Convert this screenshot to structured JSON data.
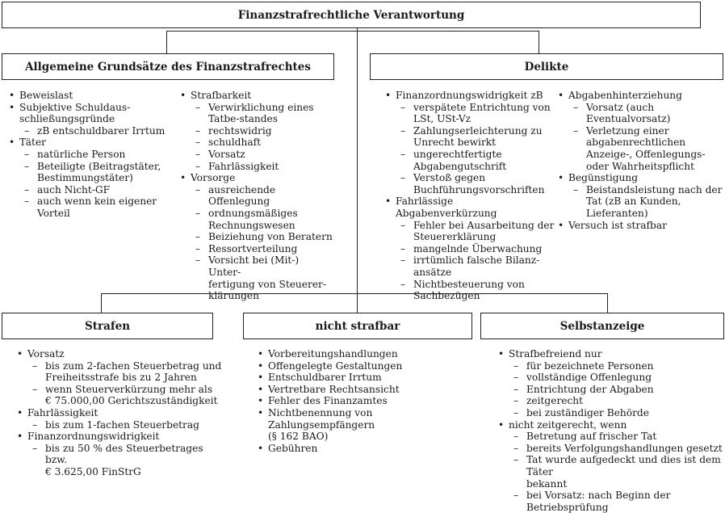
{
  "title": "Finanzstrafrechtliche Verantwortung",
  "left_box": "Allgemeine Grundsätze des Finanzstrafrechtes",
  "right_box": "Delikte",
  "bottom_boxes": [
    "Strafen",
    "nicht strafbar",
    "Selbstanzeige"
  ],
  "grund_col1": [
    {
      "t": "Beweislast",
      "sub": []
    },
    {
      "t": "Subjektive Schuldaus-\nschließungsgründe",
      "sub": [
        "zB entschuldbarer Irrtum"
      ]
    },
    {
      "t": "Täter",
      "sub": [
        "natürliche Person",
        "Beteiligte (Beitragstäter,\nBestimmungstäter)",
        "auch Nicht-GF",
        "auch wenn kein eigener Vorteil"
      ]
    }
  ],
  "grund_col2": [
    {
      "t": "Strafbarkeit",
      "sub": [
        "Verwirklichung eines\nTatbe-standes",
        "rechtswidrig",
        "schuldhaft",
        "Vorsatz",
        "Fahrlässigkeit"
      ]
    },
    {
      "t": "Vorsorge",
      "sub": [
        "ausreichende Offenlegung",
        "ordnungsmäßiges\nRechnungswesen",
        "Beiziehung von Beratern",
        "Ressortverteilung",
        "Vorsicht bei (Mit-) Unter-\nfertigung von Steuerer-\nklärungen"
      ]
    }
  ],
  "delikte_col1": [
    {
      "t": "Finanzordnungswidrigkeit zB",
      "sub": [
        "verspätete Entrichtung von\nLSt, USt-Vz",
        "Zahlungserleichterung zu\nUnrecht bewirkt",
        "ungerechtfertigte\nAbgabengutschrift",
        "Verstoß gegen\nBuchführungsvorschriften"
      ]
    },
    {
      "t": "Fahrlässige Abgabenverkürzung",
      "sub": [
        "Fehler bei Ausarbeitung der\nSteuererklärung",
        "mangelnde Überwachung",
        "irrtümlich falsche Bilanz-\nansätze",
        "Nichtbesteuerung von\nSachbezügen"
      ]
    }
  ],
  "delikte_col2": [
    {
      "t": "Abgabenhinterziehung",
      "sub": [
        "Vorsatz (auch\nEventualvorsatz)",
        "Verletzung einer\nabgabenrechtlichen\nAnzeige-, Offenlegungs-\noder Wahrheitspflicht"
      ]
    },
    {
      "t": "Begünstigung",
      "sub": [
        "Beistandsleistung nach der\nTat (zB an Kunden,\nLieferanten)"
      ]
    },
    {
      "t": "Versuch ist strafbar",
      "sub": []
    }
  ],
  "strafen": [
    {
      "t": "Vorsatz",
      "sub": [
        "bis zum 2-fachen Steuerbetrag und\nFreiheitsstrafe bis zu 2 Jahren",
        "wenn Steuerverkürzung mehr als\n€ 75.000,00 Gerichtszuständigkeit"
      ]
    },
    {
      "t": "Fahrlässigkeit",
      "sub": [
        "bis zum 1-fachen Steuerbetrag"
      ]
    },
    {
      "t": "Finanzordnungswidrigkeit",
      "sub": [
        "bis zu 50 % des Steuerbetrages bzw.\n€ 3.625,00 FinStrG"
      ]
    }
  ],
  "nicht_strafbar": [
    {
      "t": "Vorbereitungshandlungen",
      "sub": []
    },
    {
      "t": "Offengelegte Gestaltungen",
      "sub": []
    },
    {
      "t": "Entschuldbarer Irrtum",
      "sub": []
    },
    {
      "t": "Vertretbare Rechtsansicht",
      "sub": []
    },
    {
      "t": "Fehler des Finanzamtes",
      "sub": []
    },
    {
      "t": "Nichtbenennung von Zahlungsempfängern\n(§ 162 BAO)",
      "sub": []
    },
    {
      "t": "Gebühren",
      "sub": []
    }
  ],
  "selbstanzeige": [
    {
      "t": "Strafbefreiend nur",
      "sub": [
        "für bezeichnete Personen",
        "vollständige Offenlegung",
        "Entrichtung der Abgaben",
        "zeitgerecht",
        "bei zuständiger Behörde"
      ]
    },
    {
      "t": "nicht zeitgerecht, wenn",
      "sub": [
        "Betretung auf frischer Tat",
        "bereits Verfolgungshandlungen gesetzt",
        "Tat wurde aufgedeckt und dies ist dem Täter\nbekannt",
        "bei Vorsatz: nach Beginn der Betriebsprüfung"
      ]
    }
  ]
}
